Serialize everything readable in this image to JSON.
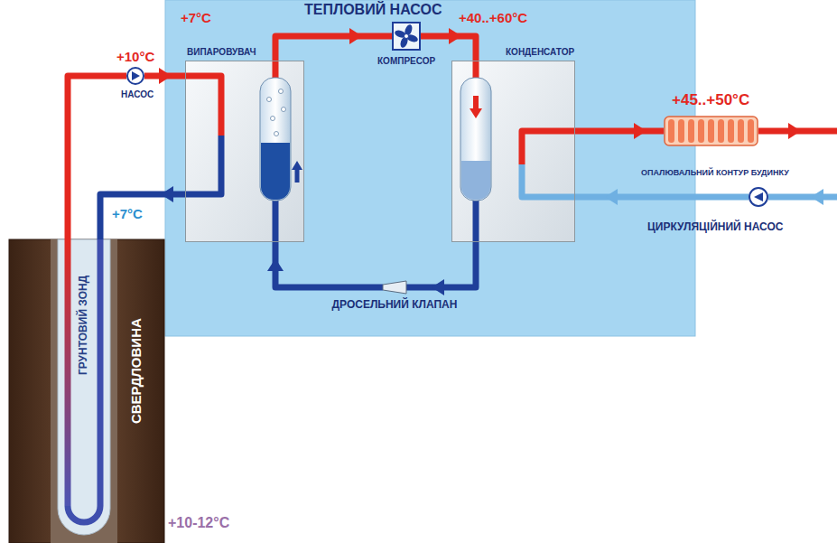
{
  "diagram": {
    "nodes": [
      {
        "text": [
          "ТЕПЛОВИЙ НАСОС"
        ]
      },
      {
        "text": [
          "ВИПАРОВУВАЧ"
        ],
        "in": 0
      },
      {
        "text": [
          "КОМПРЕСОР"
        ],
        "in": 0
      },
      {
        "text": [
          "КОНДЕНСАТОР"
        ],
        "in": 0
      },
      {
        "text": [
          "ДРОСЕЛЬНИЙ КЛАПАН"
        ],
        "in": 0
      },
      {
        "text": [
          "НАСОС"
        ]
      },
      {
        "text": [
          "СВЕРДЛОВИНА"
        ]
      },
      {
        "text": [
          "ГРУНТОВИЙ ЗОНД"
        ],
        "in": 6
      },
      {
        "text": [
          "+45..+50°C"
        ]
      },
      {
        "text": [
          "ЦИРКУЛЯЦІЙНИЙ НАСОС"
        ]
      }
    ],
    "edges": [
      {
        "from": 1,
        "to": 2,
        "arrow": "to",
        "label": "+7°C"
      },
      {
        "from": 2,
        "to": 3,
        "arrow": "to",
        "label": "+40..+60°C"
      },
      {
        "from": 3,
        "to": 4,
        "arrow": "to"
      },
      {
        "from": 4,
        "to": 1,
        "arrow": "to"
      },
      {
        "from": 7,
        "to": 5,
        "arrow": "none"
      },
      {
        "from": 5,
        "to": 1,
        "arrow": "to",
        "label": "+10°C"
      },
      {
        "from": 1,
        "to": 7,
        "arrow": "to",
        "label": "+7°C"
      },
      {
        "from": 3,
        "to": 8,
        "arrow": "to"
      },
      {
        "from": 9,
        "to": 3,
        "arrow": "to"
      }
    ],
    "labels": [
      "+10-12°C",
      "ОПАЛЮВАЛЬНИЙ КОНТУР БУДИНКУ"
    ]
  }
}
